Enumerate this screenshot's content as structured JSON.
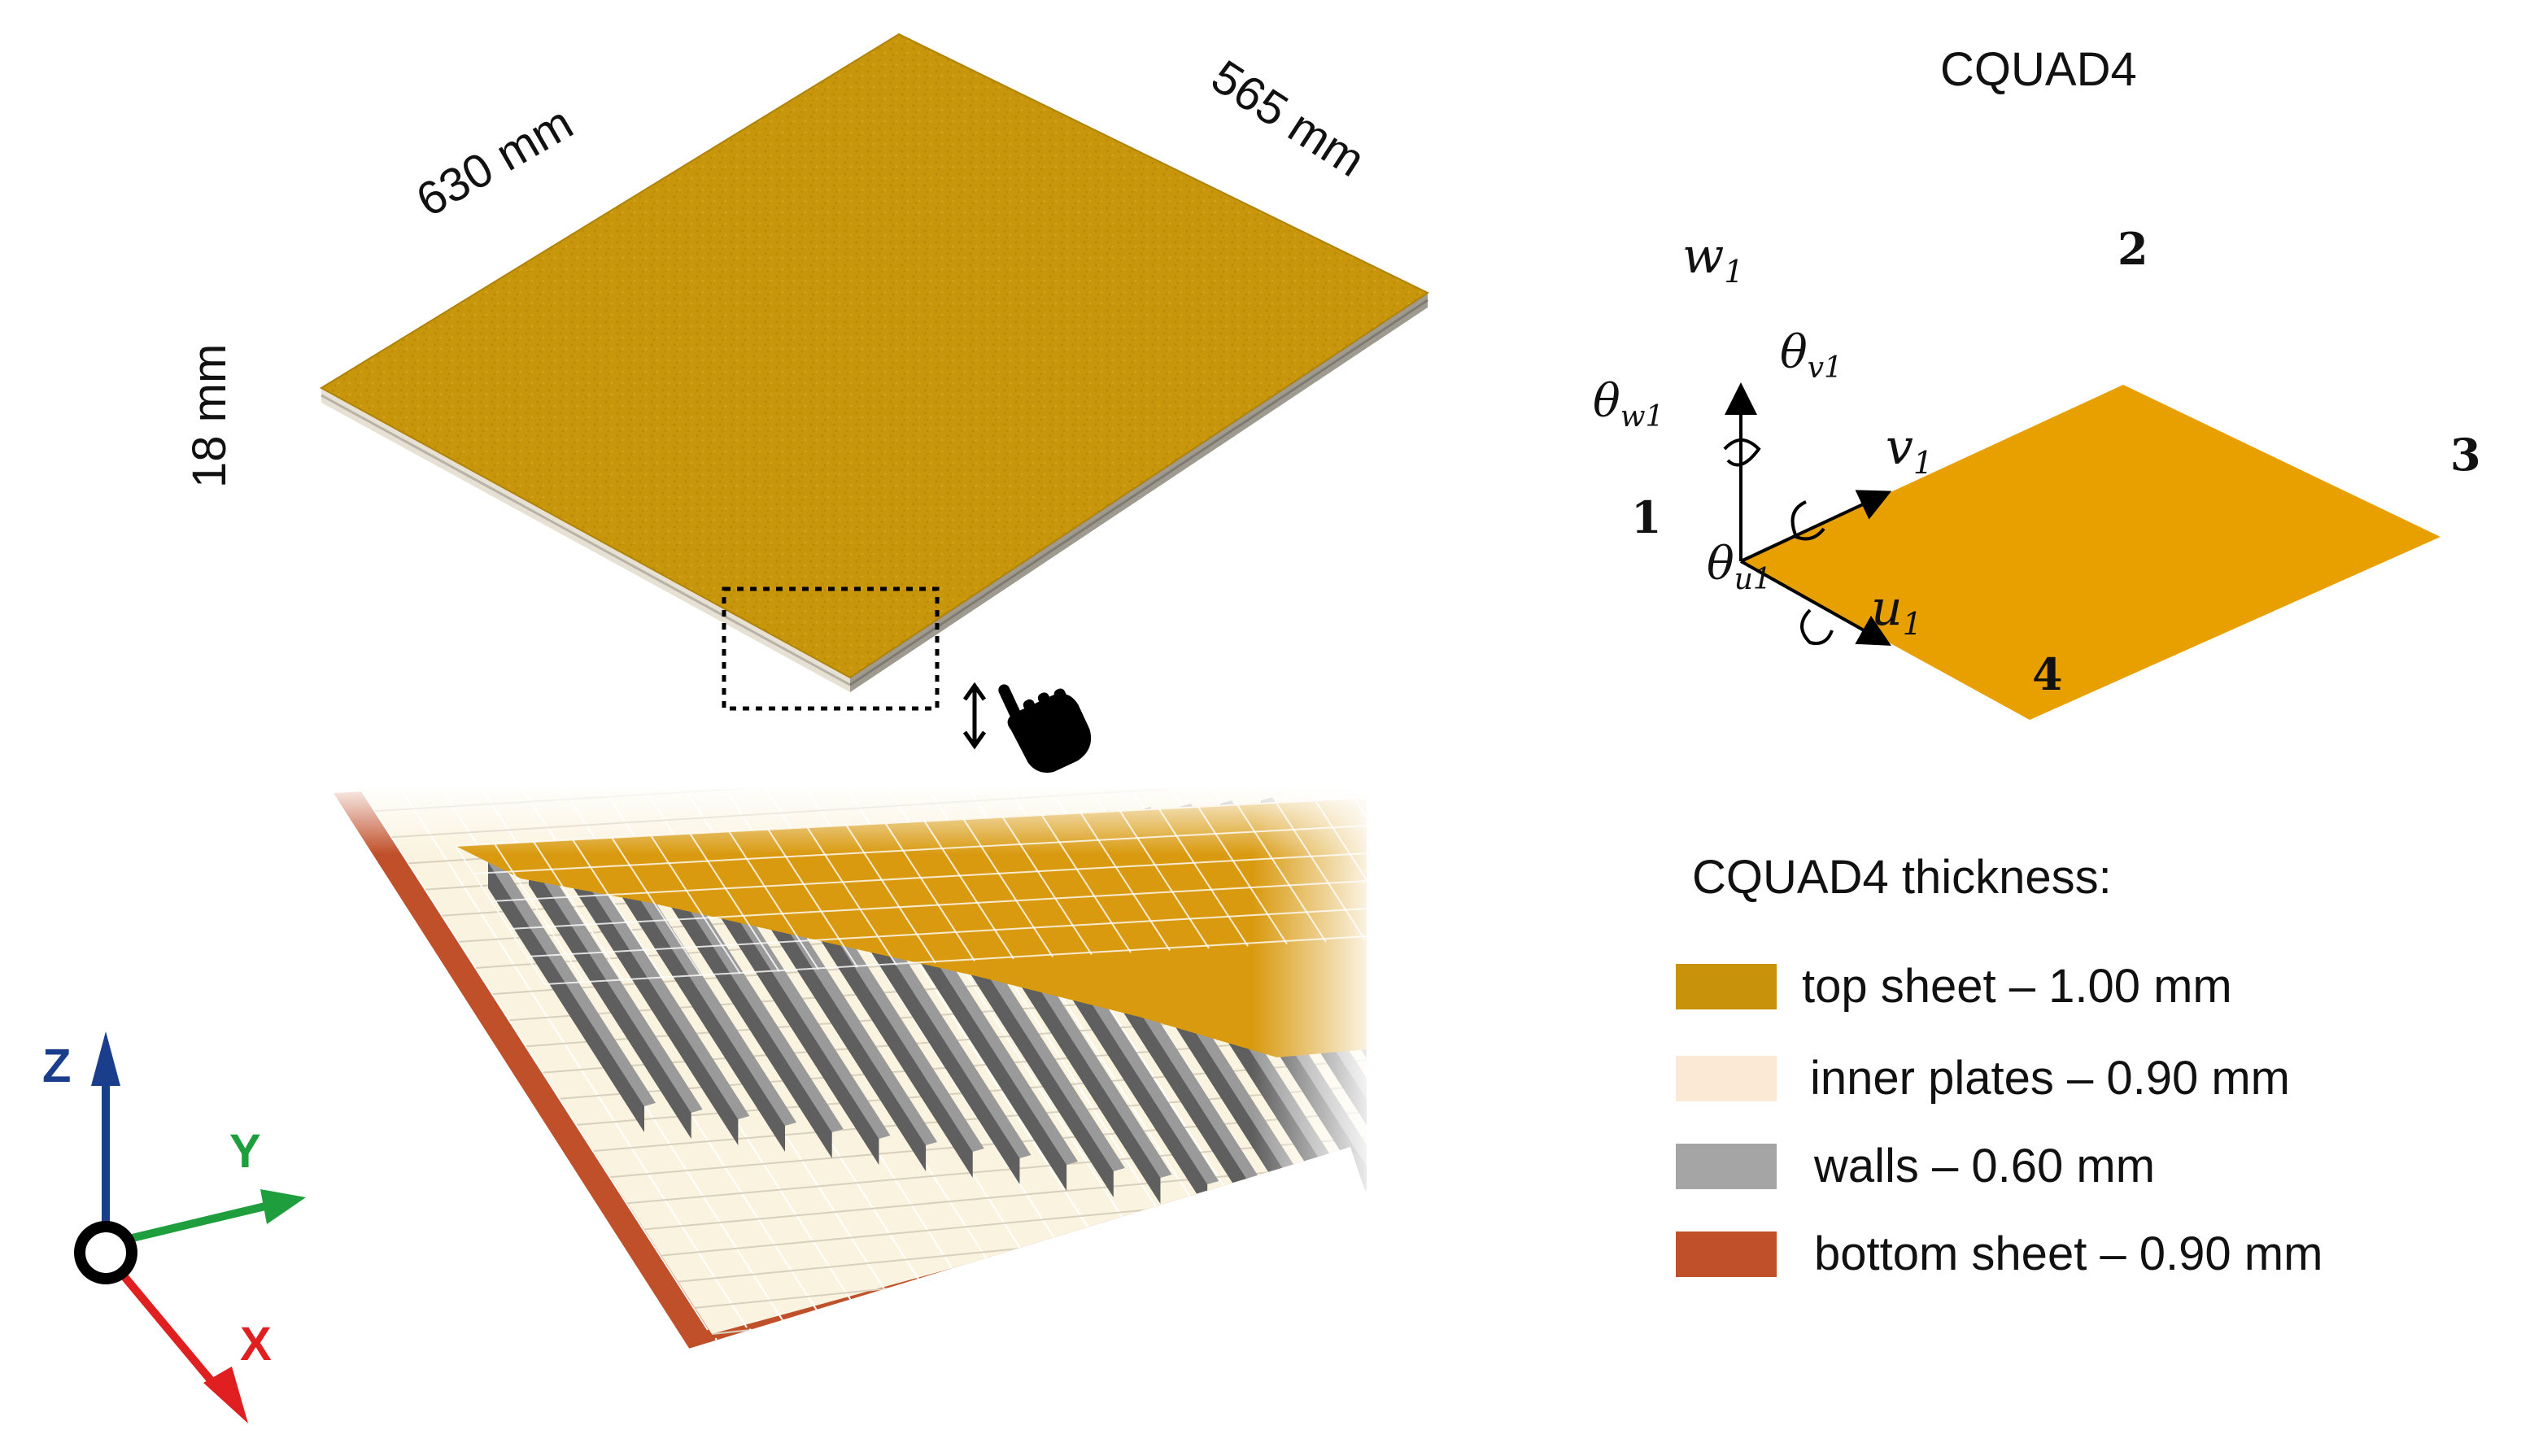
{
  "panel": {
    "dims": {
      "length": "630 mm",
      "width": "565 mm",
      "thickness": "18 mm"
    },
    "colors": {
      "top": "#c8960a",
      "edge_light": "#e8e3d6",
      "edge_dark": "#8e8a82",
      "zoom_box": "#000000"
    }
  },
  "axes": {
    "labels": {
      "z": "Z",
      "y": "Y",
      "x": "X"
    },
    "colors": {
      "z": "#1a3e8c",
      "y": "#1e9e3c",
      "x": "#e02020",
      "origin": "#000000"
    }
  },
  "detail": {
    "colors": {
      "top": "#d99a10",
      "inner": "#faf3df",
      "wall": "#5f5f5f",
      "wall_light": "#9a9a9a",
      "bottom": "#c0502a",
      "grid": "#ffffff"
    }
  },
  "element": {
    "title": "CQUAD4",
    "nodes": [
      "1",
      "2",
      "3",
      "4"
    ],
    "dof": {
      "w": "w",
      "w_sub": "1",
      "v": "v",
      "v_sub": "1",
      "u": "u",
      "u_sub": "1",
      "theta": "θ",
      "theta_w_sub": "w1",
      "theta_v_sub": "v1",
      "theta_u_sub": "u1"
    },
    "fill": "#e8a000"
  },
  "legend": {
    "title": "CQUAD4 thickness:",
    "items": [
      {
        "label": "top sheet – 1.00 mm",
        "color": "#c8920a"
      },
      {
        "label": "inner plates – 0.90 mm",
        "color": "#fbe9d6"
      },
      {
        "label": "walls – 0.60 mm",
        "color": "#a5a5a5"
      },
      {
        "label": "bottom sheet – 0.90 mm",
        "color": "#c0502a"
      }
    ]
  }
}
